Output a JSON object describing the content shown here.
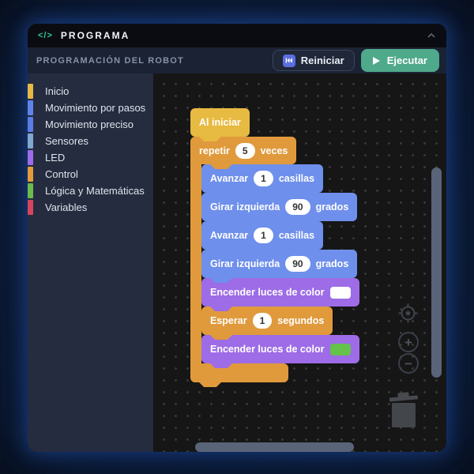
{
  "window": {
    "title": "PROGRAMA",
    "code_icon": "</>"
  },
  "toolbar": {
    "section_label": "PROGRAMACIÓN DEL ROBOT",
    "reset_button": "Reiniciar",
    "run_button": "Ejecutar"
  },
  "sidebar": {
    "items": [
      {
        "label": "Inicio",
        "color": "#e6b845"
      },
      {
        "label": "Movimiento por pasos",
        "color": "#5f83e8"
      },
      {
        "label": "Movimiento preciso",
        "color": "#5a7de6"
      },
      {
        "label": "Sensores",
        "color": "#7fa8cc"
      },
      {
        "label": "LED",
        "color": "#9d6ce6"
      },
      {
        "label": "Control",
        "color": "#e39b3c"
      },
      {
        "label": "Lógica y Matemáticas",
        "color": "#6cbb4f"
      },
      {
        "label": "Variables",
        "color": "#d6455f"
      }
    ]
  },
  "blocks": {
    "start": {
      "label": "Al iniciar",
      "color": "#e7ba41"
    },
    "repeat": {
      "pre": "repetir",
      "value": "5",
      "post": "veces",
      "color": "#e09a3c"
    },
    "move1": {
      "pre": "Avanzar",
      "value": "1",
      "post": "casillas",
      "color": "#6e8feb"
    },
    "turn1": {
      "pre": "Girar izquierda",
      "value": "90",
      "post": "grados",
      "color": "#6e8feb"
    },
    "move2": {
      "pre": "Avanzar",
      "value": "1",
      "post": "casillas",
      "color": "#6e8feb"
    },
    "turn2": {
      "pre": "Girar izquierda",
      "value": "90",
      "post": "grados",
      "color": "#6e8feb"
    },
    "light1": {
      "label": "Encender luces de color",
      "swatch": "#ffffff",
      "color": "#9d6ce6"
    },
    "wait": {
      "pre": "Esperar",
      "value": "1",
      "post": "segundos",
      "color": "#e09a3c"
    },
    "light2": {
      "label": "Encender luces de color",
      "swatch": "#65c24a",
      "color": "#9d6ce6"
    }
  },
  "canvas_controls": {
    "zoom_in": "+",
    "zoom_out": "−"
  }
}
